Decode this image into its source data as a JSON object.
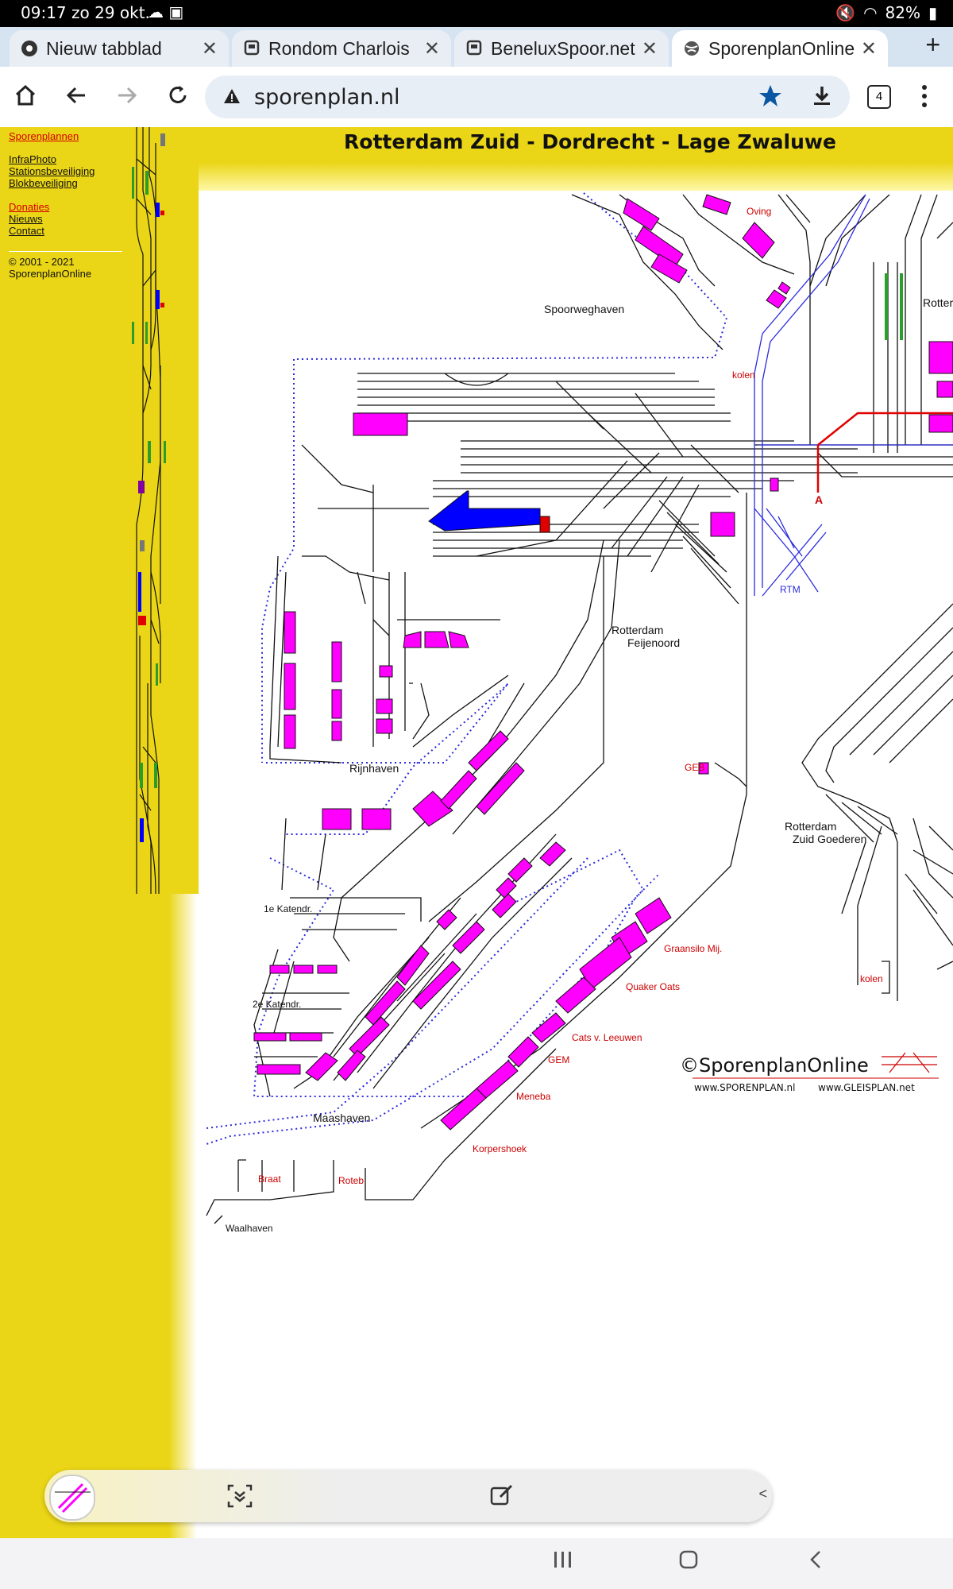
{
  "status": {
    "time": "09:17",
    "date": "zo 29 okt.",
    "battery": "82%"
  },
  "tabs": [
    {
      "title": "Nieuw tabblad",
      "icon": "chrome-icon"
    },
    {
      "title": "Rondom Charlois",
      "icon": "train-icon"
    },
    {
      "title": "BeneluxSpoor.net",
      "icon": "train-icon"
    },
    {
      "title": "SporenplanOnline",
      "icon": "globe-icon"
    }
  ],
  "browser": {
    "url": "sporenplan.nl",
    "tab_count": "4"
  },
  "sidebar": {
    "link1": "Sporenplannen",
    "link2": "InfraPhoto",
    "link3": "Stationsbeveiliging",
    "link4": "Blokbeveiliging",
    "link5": "Donaties",
    "link6": "Nieuws",
    "link7": "Contact",
    "copyright1": "© 2001 - 2021",
    "copyright2": "SporenplanOnline"
  },
  "page": {
    "title": "Rotterdam Zuid - Dordrecht - Lage Zwaluwe"
  },
  "map": {
    "labels": {
      "spoorweghaven": "Spoorweghaven",
      "oving": "Oving",
      "kolen1": "kolen",
      "rotterdam_feijenoord_1": "Rotterdam",
      "rotterdam_feijenoord_2": "Feijenoord",
      "rtm": "RTM",
      "a": "A",
      "rijnhaven": "Rijnhaven",
      "geb": "GEB",
      "rotterdam_zg_1": "Rotterdam",
      "rotterdam_zg_2": "Zuid Goederen",
      "katendr1": "1e Katendr.",
      "katendr2": "2e Katendr.",
      "graansilo": "Graansilo Mij.",
      "quaker": "Quaker Oats",
      "cats": "Cats v. Leeuwen",
      "gem": "GEM",
      "meneba": "Meneba",
      "maashaven": "Maashaven",
      "korpershoek": "Korpershoek",
      "braat": "Braat",
      "roteb": "Roteb",
      "waalhaven": "Waalhaven",
      "kolen2": "kolen",
      "rotter_edge": "Rotter",
      "logo": "©SporenplanOnline",
      "logo_url1": "www.SPORENPLAN.nl",
      "logo_url2": "www.GLEISPLAN.net"
    }
  },
  "colors": {
    "sidebar": "#ead516",
    "building": "#ff00ff",
    "blue": "#0000ff",
    "red_line": "#e00000",
    "label_red": "#cc0000"
  }
}
